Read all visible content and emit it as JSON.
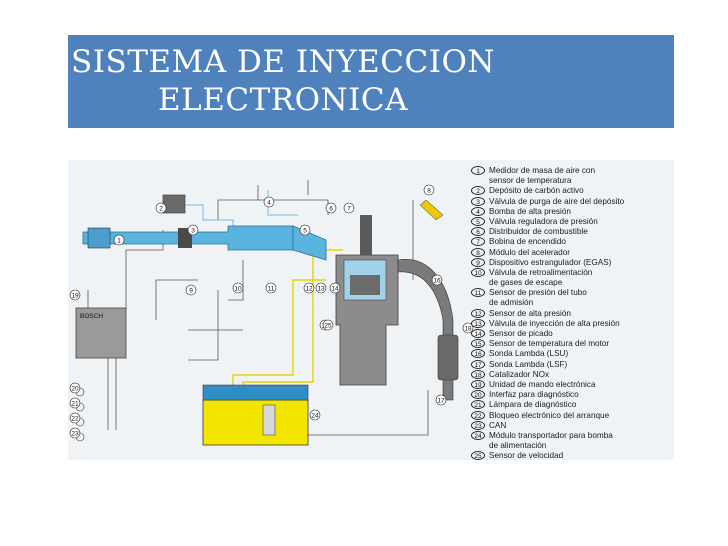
{
  "slide": {
    "title_line1": "SISTEMA DE INYECCION",
    "title_line2": "ELECTRONICA"
  },
  "diagram": {
    "bosch_label": "BOSCH",
    "legend": [
      {
        "num": "1",
        "label": "Medidor de masa de aire con"
      },
      {
        "num": "",
        "label": "sensor de temperatura"
      },
      {
        "num": "2",
        "label": "Depósito de carbón activo"
      },
      {
        "num": "3",
        "label": "Válvula de purga de aire del depósito"
      },
      {
        "num": "4",
        "label": "Bomba de alta presión"
      },
      {
        "num": "5",
        "label": "Válvula reguladora de presión"
      },
      {
        "num": "6",
        "label": "Distribuidor de combustible"
      },
      {
        "num": "7",
        "label": "Bobina de encendido"
      },
      {
        "num": "8",
        "label": "Módulo del acelerador"
      },
      {
        "num": "9",
        "label": "Dispositivo estrangulador (EGAS)"
      },
      {
        "num": "10",
        "label": "Válvula de retroalimentación"
      },
      {
        "num": "",
        "label": "de gases de escape"
      },
      {
        "num": "11",
        "label": "Sensor de presión del tubo"
      },
      {
        "num": "",
        "label": "de admisión"
      },
      {
        "num": "12",
        "label": "Sensor de alta presión"
      },
      {
        "num": "13",
        "label": "Válvula de inyección de alta presión"
      },
      {
        "num": "14",
        "label": "Sensor de picado"
      },
      {
        "num": "15",
        "label": "Sensor de temperatura del motor"
      },
      {
        "num": "16",
        "label": "Sonda Lambda (LSU)"
      },
      {
        "num": "17",
        "label": "Sonda Lambda (LSF)"
      },
      {
        "num": "18",
        "label": "Catalizador NOx"
      },
      {
        "num": "19",
        "label": "Unidad de mando electrónica"
      },
      {
        "num": "20",
        "label": "Interfaz para diagnóstico"
      },
      {
        "num": "21",
        "label": "Lámpara de diagnóstico"
      },
      {
        "num": "22",
        "label": "Bloqueo electrónico del arranque"
      },
      {
        "num": "23",
        "label": "CAN"
      },
      {
        "num": "24",
        "label": "Módulo transportador para bomba"
      },
      {
        "num": "",
        "label": "de alimentación"
      },
      {
        "num": "25",
        "label": "Sensor de velocidad"
      }
    ],
    "callouts": [
      {
        "num": "1"
      },
      {
        "num": "2"
      },
      {
        "num": "3"
      },
      {
        "num": "4"
      },
      {
        "num": "5"
      },
      {
        "num": "6"
      },
      {
        "num": "7"
      },
      {
        "num": "8"
      },
      {
        "num": "9"
      },
      {
        "num": "10"
      },
      {
        "num": "11"
      },
      {
        "num": "12"
      },
      {
        "num": "13"
      },
      {
        "num": "14"
      },
      {
        "num": "15"
      },
      {
        "num": "16"
      },
      {
        "num": "17"
      },
      {
        "num": "18"
      },
      {
        "num": "19"
      },
      {
        "num": "20"
      },
      {
        "num": "21"
      },
      {
        "num": "22"
      },
      {
        "num": "23"
      },
      {
        "num": "24"
      },
      {
        "num": "25"
      }
    ]
  },
  "colors": {
    "title_bar": "#4f81bd",
    "intake_blue": "#5ab4e0",
    "fuel_yellow": "#f2e600",
    "engine_gray": "#8c8c8c",
    "exhaust_gray": "#7a7a7a"
  }
}
